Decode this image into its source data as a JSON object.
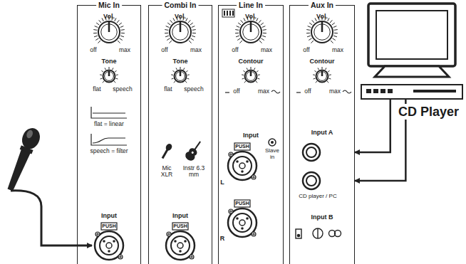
{
  "diagram": {
    "nodes": [
      {
        "text": [
          "Mic In"
        ]
      },
      {
        "text": [
          "Combi In"
        ]
      },
      {
        "text": [
          "Line In"
        ]
      },
      {
        "text": [
          "Aux In"
        ]
      },
      {
        "text": [
          "CD Player"
        ]
      }
    ],
    "edges": [
      {
        "from": 4,
        "to": 3,
        "arrow": "to"
      },
      {
        "from": 4,
        "to": 3,
        "arrow": "to"
      }
    ],
    "labels": [
      "Vol.",
      "off",
      "max",
      "Tone",
      "flat",
      "speech",
      "flat = linear",
      "speech = filter",
      "Input",
      "PUSH",
      "Vol.",
      "off",
      "max",
      "Tone",
      "flat",
      "speech",
      "Mic XLR",
      "Instr 6.3 mm",
      "Input",
      "PUSH",
      "Vol.",
      "off",
      "max",
      "Contour",
      "off",
      "max",
      "Input",
      "PUSH",
      "L",
      "Slave in",
      "PUSH",
      "R",
      "Vol.",
      "off",
      "max",
      "Contour",
      "off",
      "max",
      "Input A",
      "CD player / PC",
      "Input B"
    ]
  }
}
